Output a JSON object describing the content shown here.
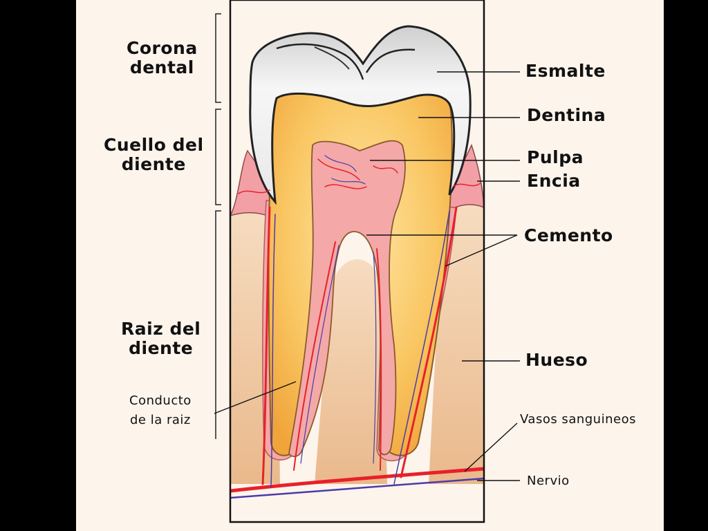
{
  "diagram": {
    "left_labels": {
      "corona": [
        "Corona",
        "dental"
      ],
      "cuello": [
        "Cuello del",
        "diente"
      ],
      "raiz": [
        "Raiz del",
        "diente"
      ],
      "conducto": [
        "Conducto",
        "de la raiz"
      ]
    },
    "right_labels": {
      "esmalte": "Esmalte",
      "dentina": "Dentina",
      "pulpa": "Pulpa",
      "encia": "Encia",
      "cemento": "Cemento",
      "hueso": "Hueso",
      "vasos": "Vasos sanguineos",
      "nervio": "Nervio"
    },
    "colors": {
      "background": "#000000",
      "panel": "#fdf4ec",
      "bone": "#f0c8a0",
      "gum": "#f2a0a6",
      "enamel": "#f3f3f3",
      "dentin": "#f7b850",
      "pulp": "#f4a8a8",
      "vessel": "#e8202a",
      "nerve": "#4a3aa8"
    }
  }
}
